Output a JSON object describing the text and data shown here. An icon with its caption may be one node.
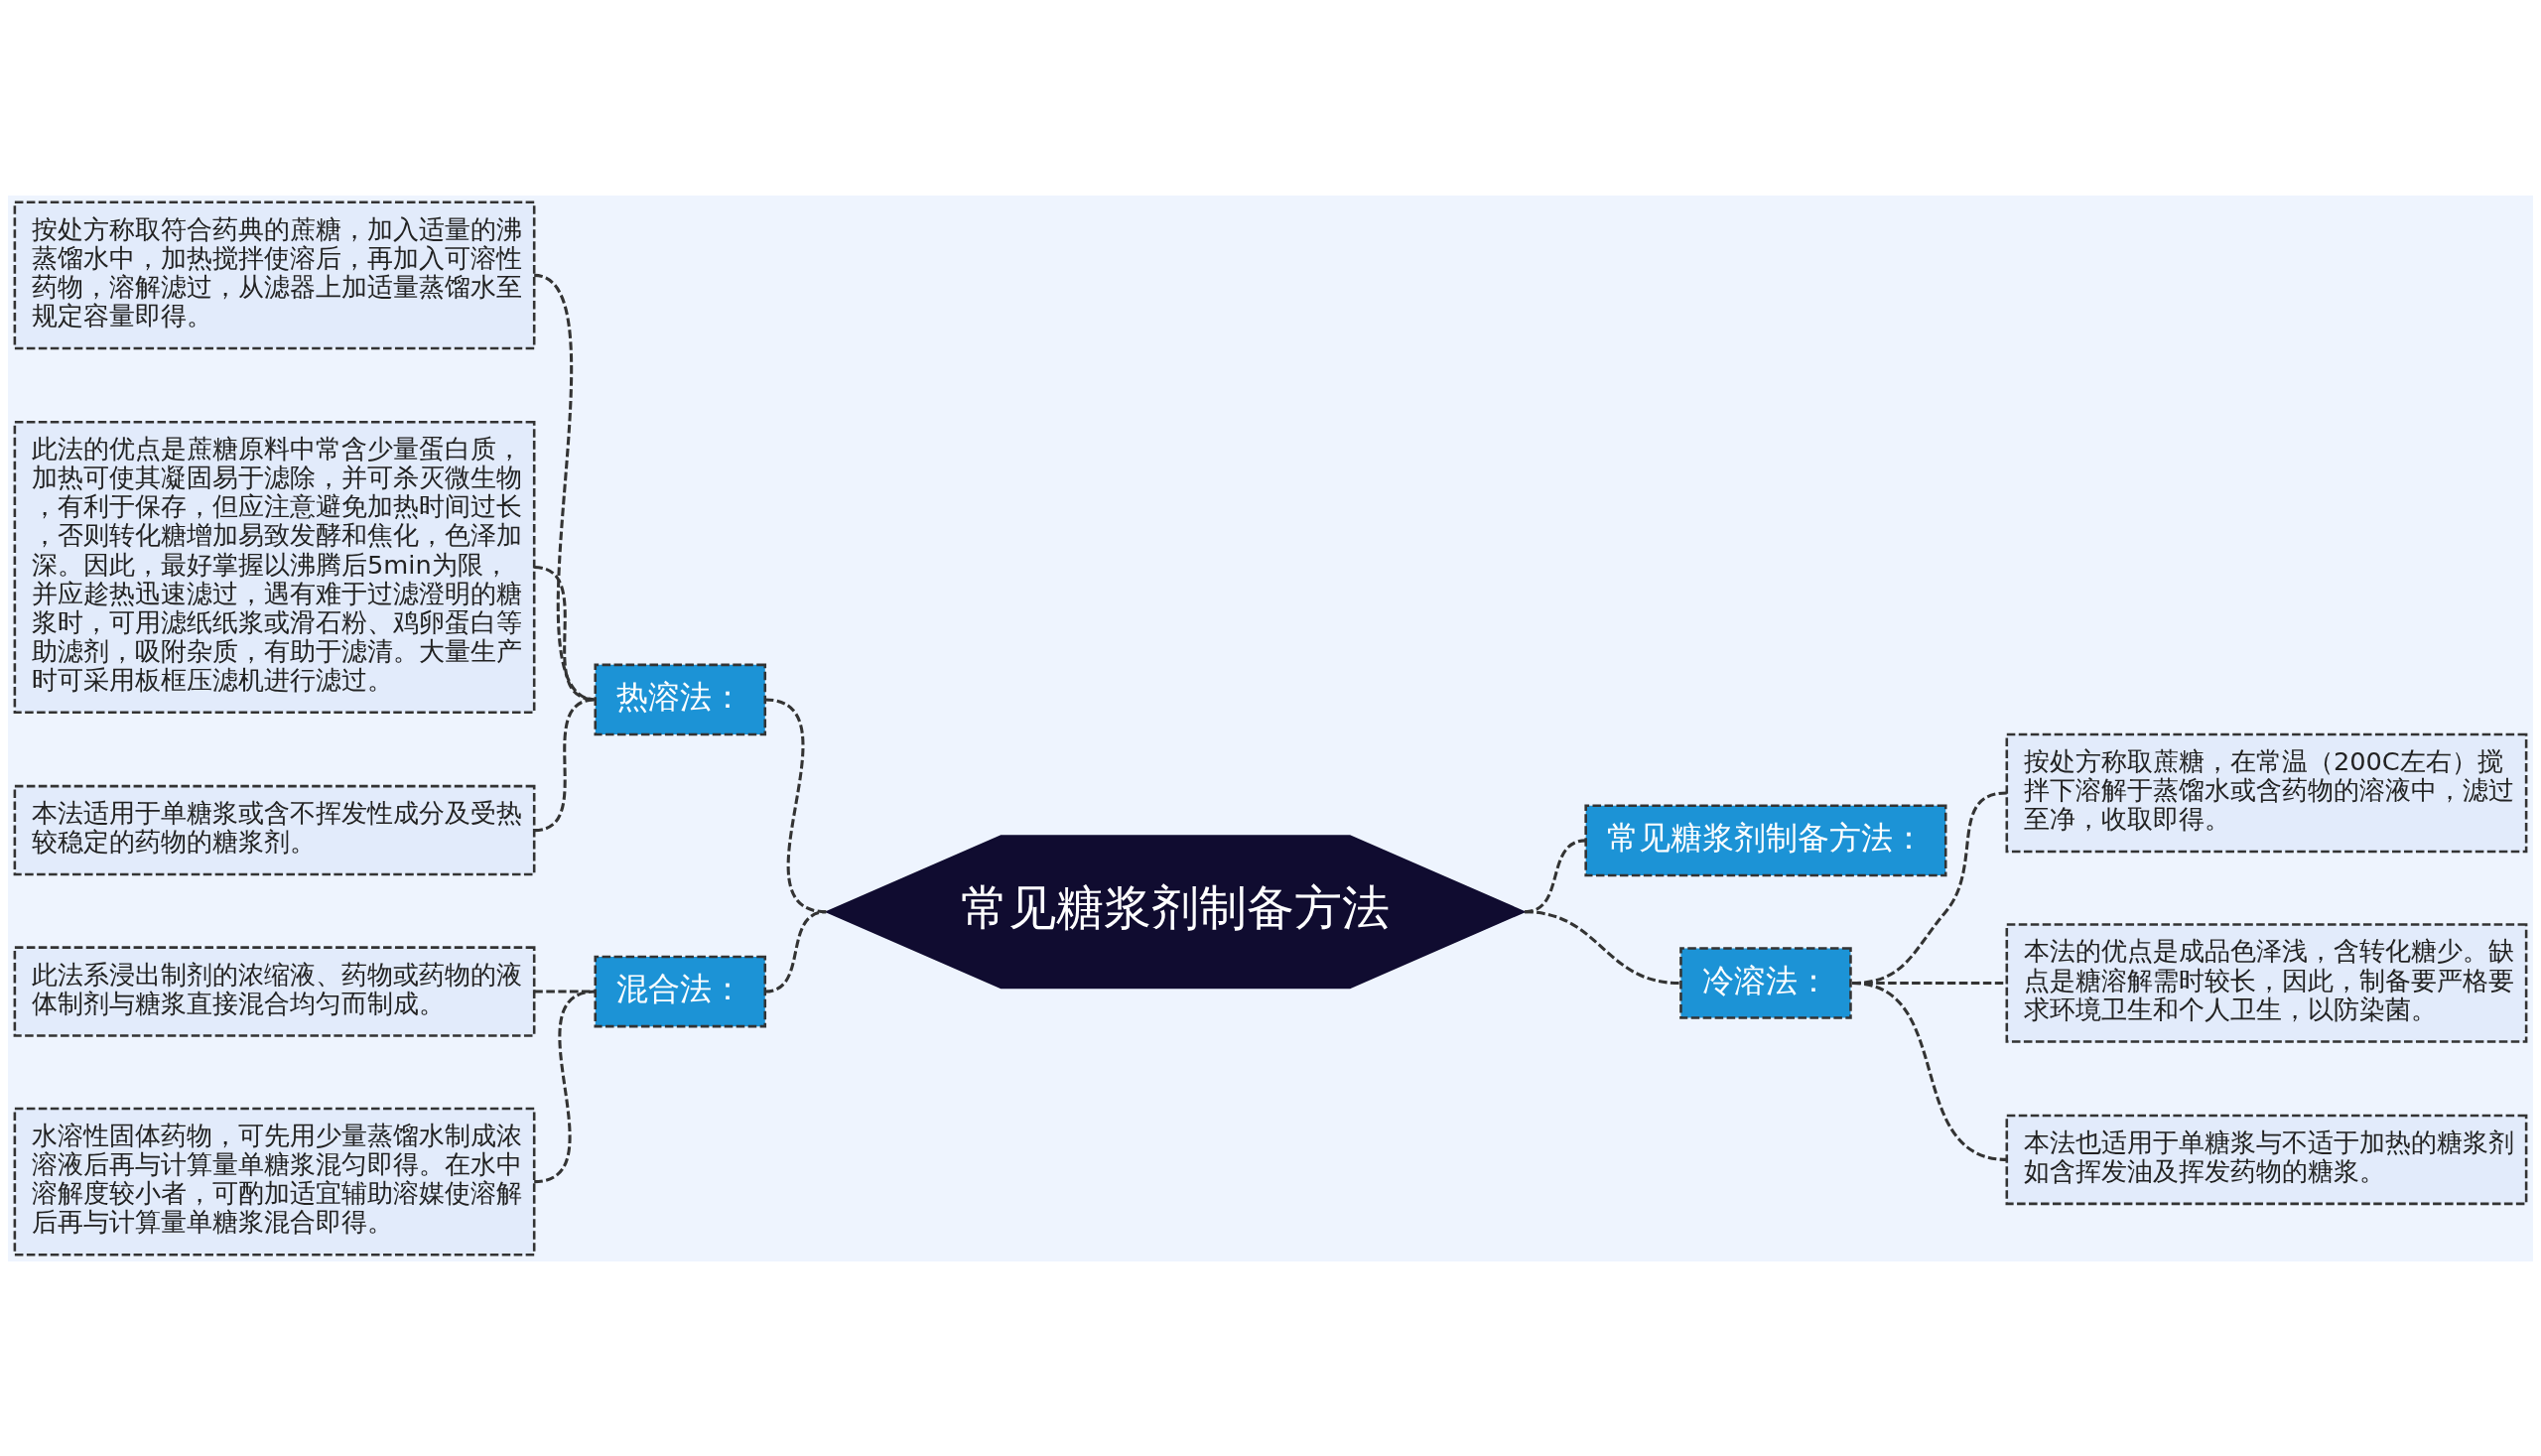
{
  "diagram": {
    "nodes": [
      {
        "text": [
          "常见糖浆剂制备方法"
        ]
      },
      {
        "text": [
          "热溶法："
        ]
      },
      {
        "text": [
          "按处方称取符合药典的蔗糖，加入适量的沸蒸馏水中，加热搅拌使溶后，再加入可溶性药物，溶解滤过，从滤器上加适量蒸馏水至规定容量即得。"
        ]
      },
      {
        "text": [
          "此法的优点是蔗糖原料中常含少量蛋白质，加热可使其凝固易于滤除，并可杀灭微生物，有利于保存，但应注意避免加热时间过长，否则转化糖增加易致发酵和焦化，色泽加深。因此，最好掌握以沸腾后5min为限，并应趁热迅速滤过，遇有难于过滤澄明的糖浆时，可用滤纸纸浆或滑石粉、鸡卵蛋白等助滤剂，吸附杂质，有助于滤清。大量生产时可采用板框压滤机进行滤过。"
        ]
      },
      {
        "text": [
          "本法适用于单糖浆或含不挥发性成分及受热较稳定的药物的糖浆剂。"
        ]
      },
      {
        "text": [
          "混合法："
        ]
      },
      {
        "text": [
          "此法系浸出制剂的浓缩液、药物或药物的液体制剂与糖浆直接混合均匀而制成。"
        ]
      },
      {
        "text": [
          "水溶性固体药物，可先用少量蒸馏水制成浓溶液后再与计算量单糖浆混匀即得。在水中溶解度较小者，可酌加适宜辅助溶媒使溶解后再与计算量单糖浆混合即得。"
        ]
      },
      {
        "text": [
          "常见糖浆剂制备方法："
        ]
      },
      {
        "text": [
          "冷溶法："
        ]
      },
      {
        "text": [
          "按处方称取蔗糖，在常温（200C左右）搅拌下溶解于蒸馏水或含药物的溶液中，滤过至净，收取即得。"
        ]
      },
      {
        "text": [
          "本法的优点是成品色泽浅，含转化糖少。缺点是糖溶解需时较长，因此，制备要严格要求环境卫生和个人卫生，以防染菌。"
        ]
      },
      {
        "text": [
          "本法也适用于单糖浆与不适于加热的糖浆剂如含挥发油及挥发药物的糖浆。"
        ]
      }
    ],
    "edges": [
      {
        "from": 1,
        "to": 0,
        "arrow": "none",
        "style": "dashed"
      },
      {
        "from": 2,
        "to": 1,
        "arrow": "none",
        "style": "dashed"
      },
      {
        "from": 3,
        "to": 1,
        "arrow": "none",
        "style": "dashed"
      },
      {
        "from": 4,
        "to": 1,
        "arrow": "none",
        "style": "dashed"
      },
      {
        "from": 5,
        "to": 0,
        "arrow": "none",
        "style": "dashed"
      },
      {
        "from": 6,
        "to": 5,
        "arrow": "none",
        "style": "dashed"
      },
      {
        "from": 7,
        "to": 5,
        "arrow": "none",
        "style": "dashed"
      },
      {
        "from": 0,
        "to": 8,
        "arrow": "none",
        "style": "dashed"
      },
      {
        "from": 0,
        "to": 9,
        "arrow": "none",
        "style": "dashed"
      },
      {
        "from": 9,
        "to": 10,
        "arrow": "none",
        "style": "dashed"
      },
      {
        "from": 9,
        "to": 11,
        "arrow": "none",
        "style": "dashed"
      },
      {
        "from": 9,
        "to": 12,
        "arrow": "none",
        "style": "dashed"
      }
    ]
  }
}
